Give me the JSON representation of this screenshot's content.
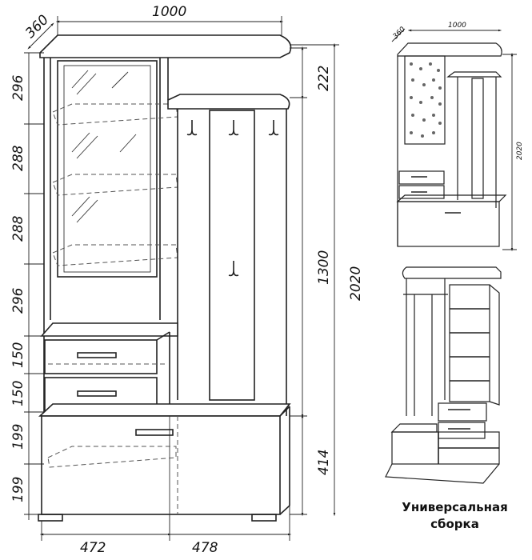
{
  "dimensions": {
    "depth": "360",
    "width": "1000",
    "mirror_segments": [
      "296",
      "288",
      "288",
      "296"
    ],
    "drawer_heights": [
      "150",
      "150"
    ],
    "bottom_segments": [
      "199",
      "199"
    ],
    "top_right": "222",
    "hanger_height": "1300",
    "total_height": "2020",
    "base_height": "414",
    "bottom_left_width": "472",
    "bottom_right_width": "478"
  },
  "thumbnail": {
    "depth": "360",
    "width": "1000",
    "height": "2020"
  },
  "caption": {
    "line1": "Универсальная",
    "line2": "сборка"
  }
}
